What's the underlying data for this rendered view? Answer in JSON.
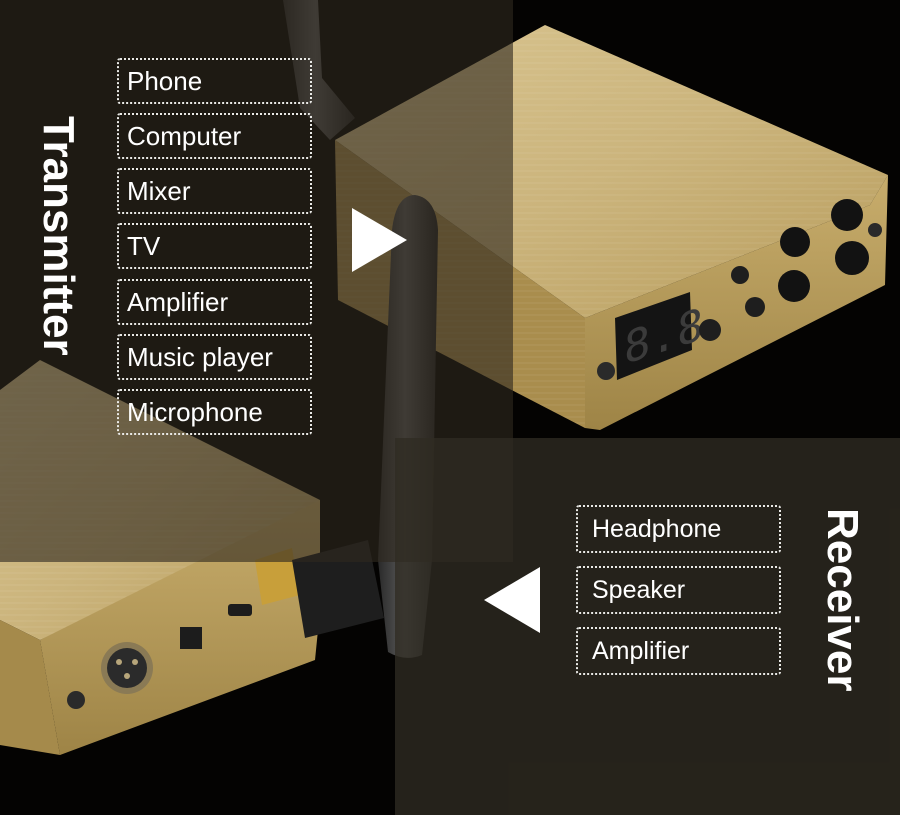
{
  "transmitter": {
    "title": "Transmitter",
    "sources": [
      "Phone",
      "Computer",
      "Mixer",
      "TV",
      "Amplifier",
      "Music player",
      "Microphone"
    ]
  },
  "receiver": {
    "title": "Receiver",
    "outputs": [
      "Headphone",
      "Speaker",
      "Amplifier"
    ]
  },
  "device": {
    "display_digits": "8.8."
  },
  "colors": {
    "background": "#040302",
    "gold_body": "#c9b27a",
    "gold_face": "#b89a55",
    "antenna": "#3a3a3a",
    "text": "#ffffff"
  },
  "icons": {
    "arrow_to_device": "triangle-right",
    "arrow_from_device": "triangle-left"
  }
}
